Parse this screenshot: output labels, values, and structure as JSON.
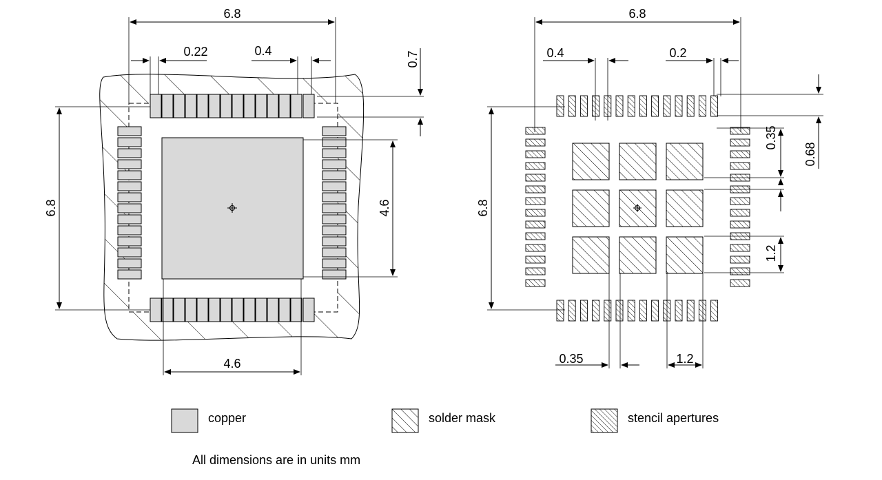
{
  "colors": {
    "copper": "#d9d9d9",
    "line": "#000000",
    "background": "#ffffff"
  },
  "left_view": {
    "dims": {
      "width": "6.8",
      "pad_width": "0.22",
      "pitch": "0.4",
      "pad_length": "0.7",
      "height": "6.8",
      "pad_height": "4.6",
      "pad_width_bottom": "4.6"
    }
  },
  "right_view": {
    "dims": {
      "width": "6.8",
      "pitch": "0.4",
      "aperture_width": "0.2",
      "aperture_length_top": "0.35",
      "pad_span": "0.68",
      "height": "6.8",
      "block_size_right": "1.2",
      "gap_bottom": "0.35",
      "block_size_bottom": "1.2"
    }
  },
  "legend": {
    "copper": "copper",
    "solder_mask": "solder mask",
    "stencil": "stencil apertures"
  },
  "footnote": "All dimensions are in units mm"
}
